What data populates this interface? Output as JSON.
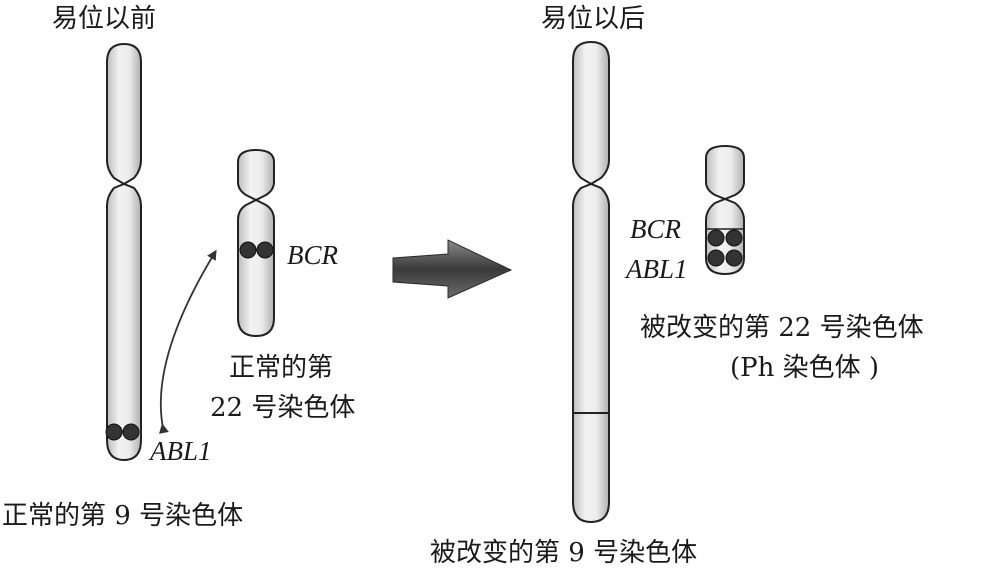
{
  "before": {
    "heading": "易位以前",
    "chr9_caption": "正常的第 9 号染色体",
    "chr22_caption_line1": "正常的第",
    "chr22_caption_line2": "22 号染色体",
    "gene_abl1": "ABL1",
    "gene_bcr": "BCR"
  },
  "after": {
    "heading": "易位以后",
    "chr9_caption": "被改变的第 9 号染色体",
    "chr22_caption_line1": "被改变的第 22 号染色体",
    "chr22_caption_line2": "(Ph 染色体 )",
    "gene_bcr": "BCR",
    "gene_abl1": "ABL1"
  },
  "colors": {
    "chromosome_fill": "#e6e6e6",
    "chromosome_stroke": "#222222",
    "gene_dot": "#333333",
    "arrow_fill": "#555555"
  }
}
